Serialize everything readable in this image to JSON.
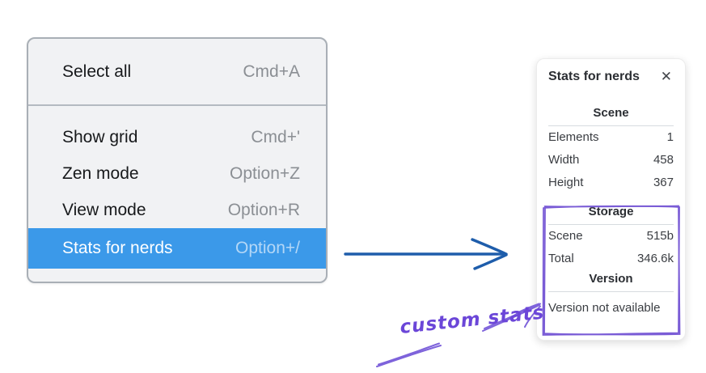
{
  "menu": {
    "highlight_color": "#3b99e9",
    "sections": [
      {
        "items": [
          {
            "label": "Select all",
            "shortcut": "Cmd+A",
            "highlighted": false
          }
        ]
      },
      {
        "items": [
          {
            "label": "Show grid",
            "shortcut": "Cmd+'",
            "highlighted": false
          },
          {
            "label": "Zen mode",
            "shortcut": "Option+Z",
            "highlighted": false
          },
          {
            "label": "View mode",
            "shortcut": "Option+R",
            "highlighted": false
          },
          {
            "label": "Stats for nerds",
            "shortcut": "Option+/",
            "highlighted": true
          }
        ]
      }
    ]
  },
  "stats_panel": {
    "title": "Stats for nerds",
    "close_icon": "✕",
    "sections": [
      {
        "header": "Scene",
        "rows": [
          {
            "label": "Elements",
            "value": "1"
          },
          {
            "label": "Width",
            "value": "458"
          },
          {
            "label": "Height",
            "value": "367"
          }
        ]
      },
      {
        "header": "Storage",
        "rows": [
          {
            "label": "Scene",
            "value": "515b"
          },
          {
            "label": "Total",
            "value": "346.6k"
          }
        ]
      },
      {
        "header": "Version",
        "note": "Version not available"
      }
    ]
  },
  "annotation": {
    "label": "custom stats",
    "color": "#6b46d8",
    "box_color": "#7a5cd6"
  },
  "flow_arrow_color": "#1e5dab"
}
